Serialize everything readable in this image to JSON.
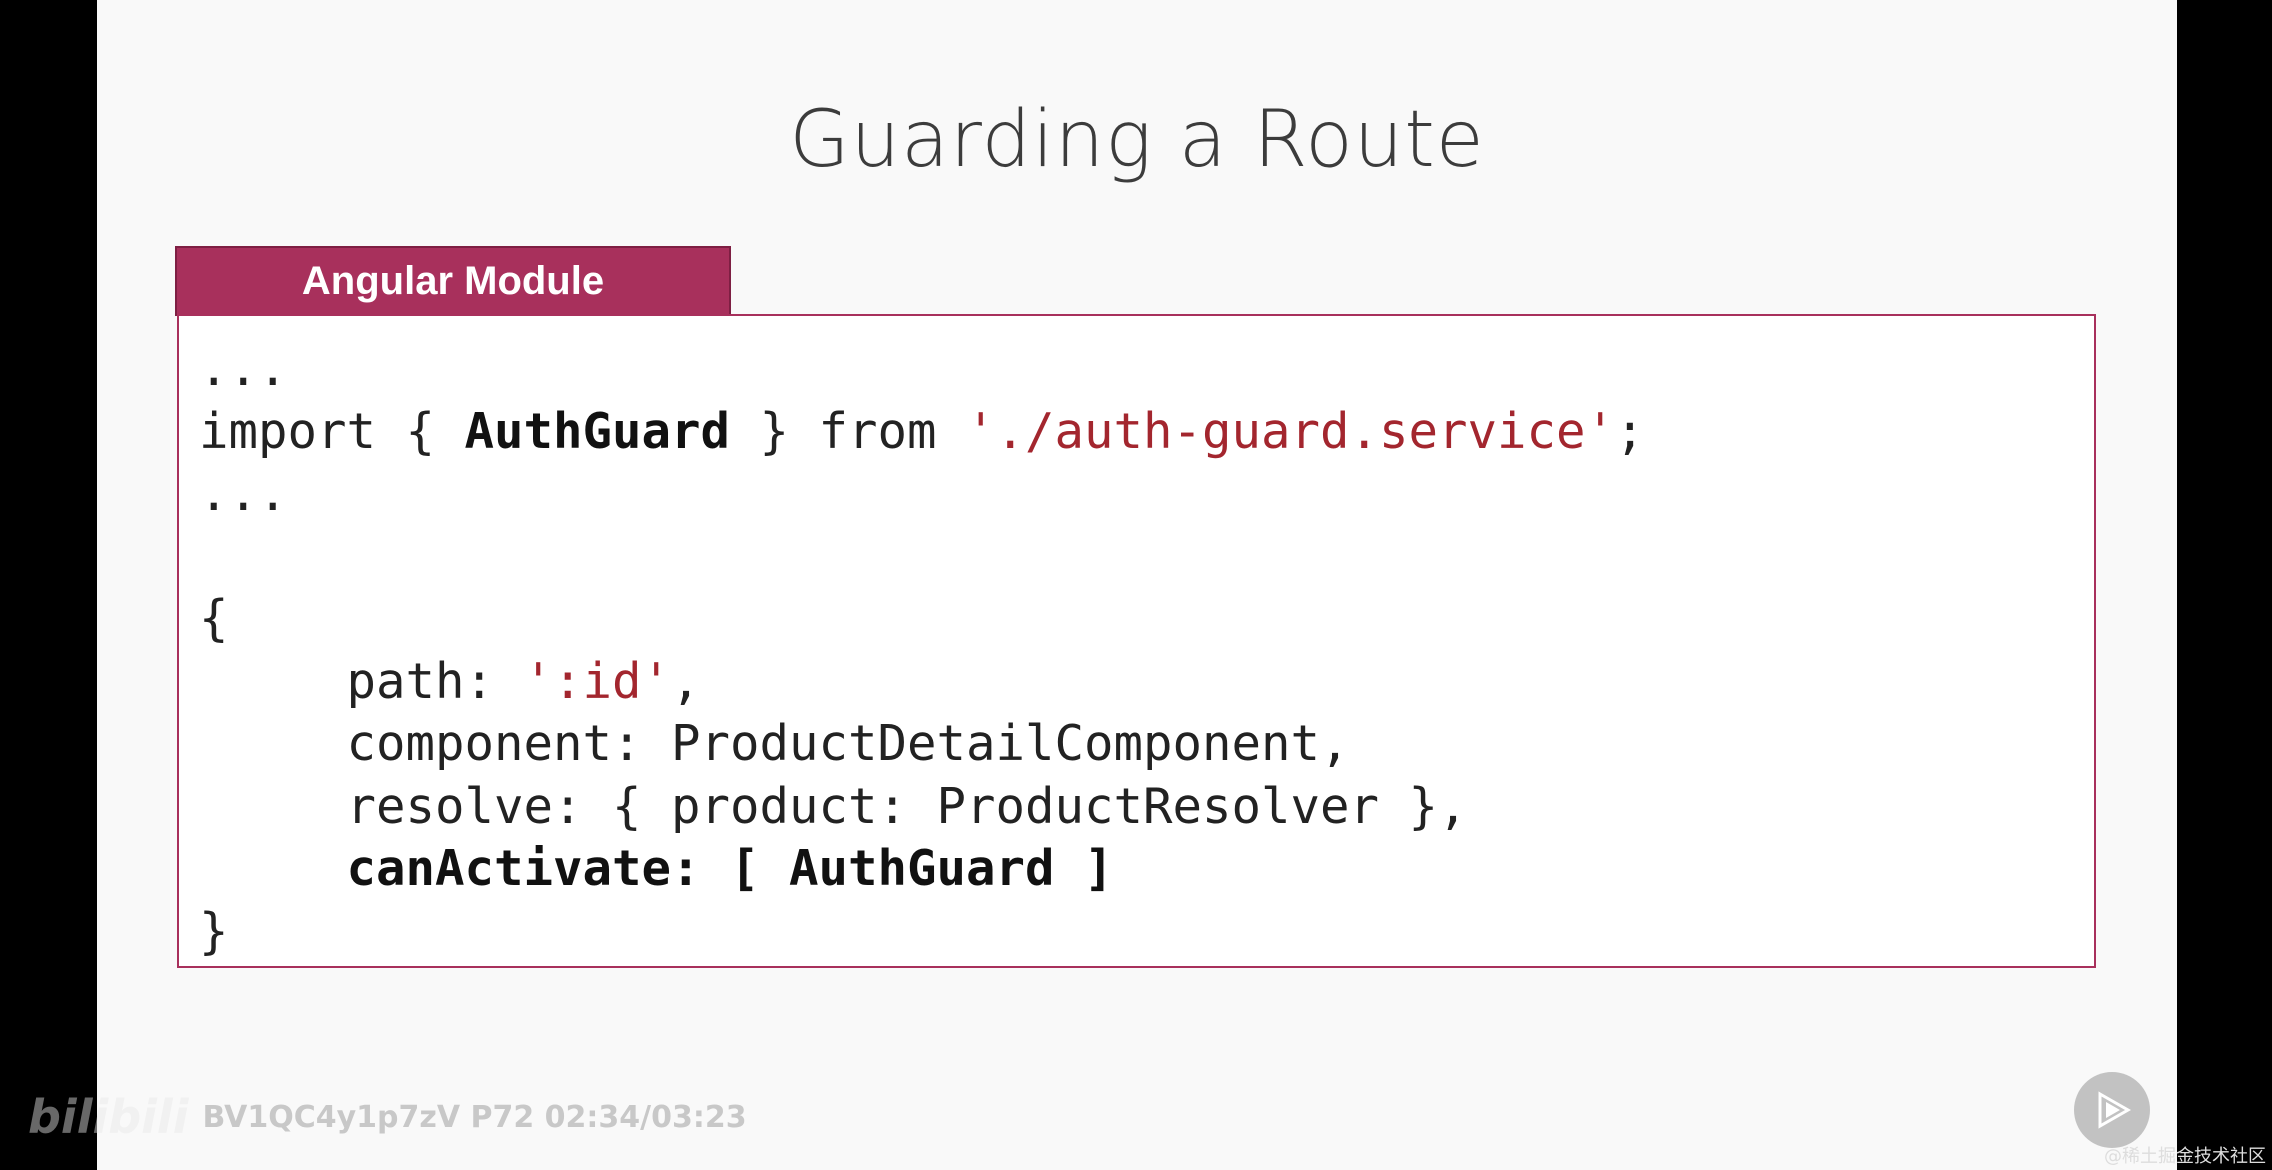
{
  "slide": {
    "title": "Guarding a Route",
    "module_tab": "Angular Module"
  },
  "code": {
    "line1": "...",
    "line2_import": "import { ",
    "line2_bold": "AuthGuard",
    "line2_from": " } from ",
    "line2_str": "'./auth-guard.service'",
    "line2_end": ";",
    "line3": "...",
    "line4": "",
    "line5": "{",
    "line6_prop": "     path: ",
    "line6_str": "':id'",
    "line6_end": ",",
    "line7": "     component: ProductDetailComponent,",
    "line8": "     resolve: { product: ProductResolver },",
    "line9_bold": "     canActivate: [ AuthGuard ]",
    "line10": "}"
  },
  "watermark": {
    "logo": "bilibili",
    "info": "BV1QC4y1p7zV P72 02:34/03:23"
  },
  "community": "@稀土掘金技术社区",
  "colors": {
    "accent": "#a8305c",
    "string": "#a3262e"
  },
  "icons": {
    "play": "play-icon"
  }
}
